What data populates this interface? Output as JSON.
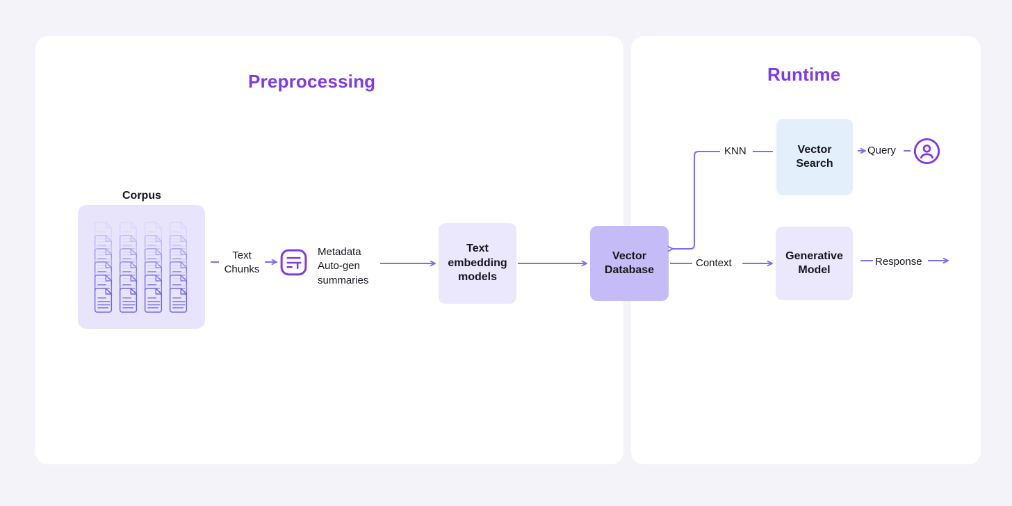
{
  "canvas": {
    "background_color": "#f4f3f9",
    "panel_color": "#ffffff",
    "accent_color": "#7c3aed",
    "connector_color": "#7c6ef0",
    "text_color": "#15151c"
  },
  "panels": [
    {
      "id": "preprocessing",
      "title": "Preprocessing"
    },
    {
      "id": "runtime",
      "title": "Runtime"
    }
  ],
  "preprocessing": {
    "corpus": {
      "label": "Corpus",
      "box_color": "#e8e4fb",
      "columns": 4,
      "docs_per_column": 6
    },
    "connectors": {
      "text_chunks": "Text\nChunks",
      "text_chunks_line1": "Text",
      "text_chunks_line2": "Chunks",
      "metadata_line1": "Metadata",
      "metadata_line2": "Auto-gen",
      "metadata_line3": "summaries"
    },
    "nodes": [
      {
        "id": "text-embedding-models",
        "line1": "Text",
        "line2": "embedding",
        "line3": "models",
        "color": "#ebe7fd"
      }
    ]
  },
  "shared": {
    "vector_database": {
      "line1": "Vector",
      "line2": "Database",
      "color": "#c5bbf7"
    }
  },
  "runtime": {
    "nodes": [
      {
        "id": "vector-search",
        "line1": "Vector",
        "line2": "Search",
        "color": "#e3effb"
      },
      {
        "id": "generative-model",
        "line1": "Generative",
        "line2": "Model",
        "color": "#ebe7fd"
      }
    ],
    "connectors": {
      "knn": "KNN",
      "query": "Query",
      "context": "Context",
      "response": "Response"
    },
    "icons": {
      "user": "user-avatar-icon"
    }
  },
  "icons": {
    "text_generation": "text-format-icon",
    "document": "document-icon",
    "user": "user-avatar-icon"
  }
}
